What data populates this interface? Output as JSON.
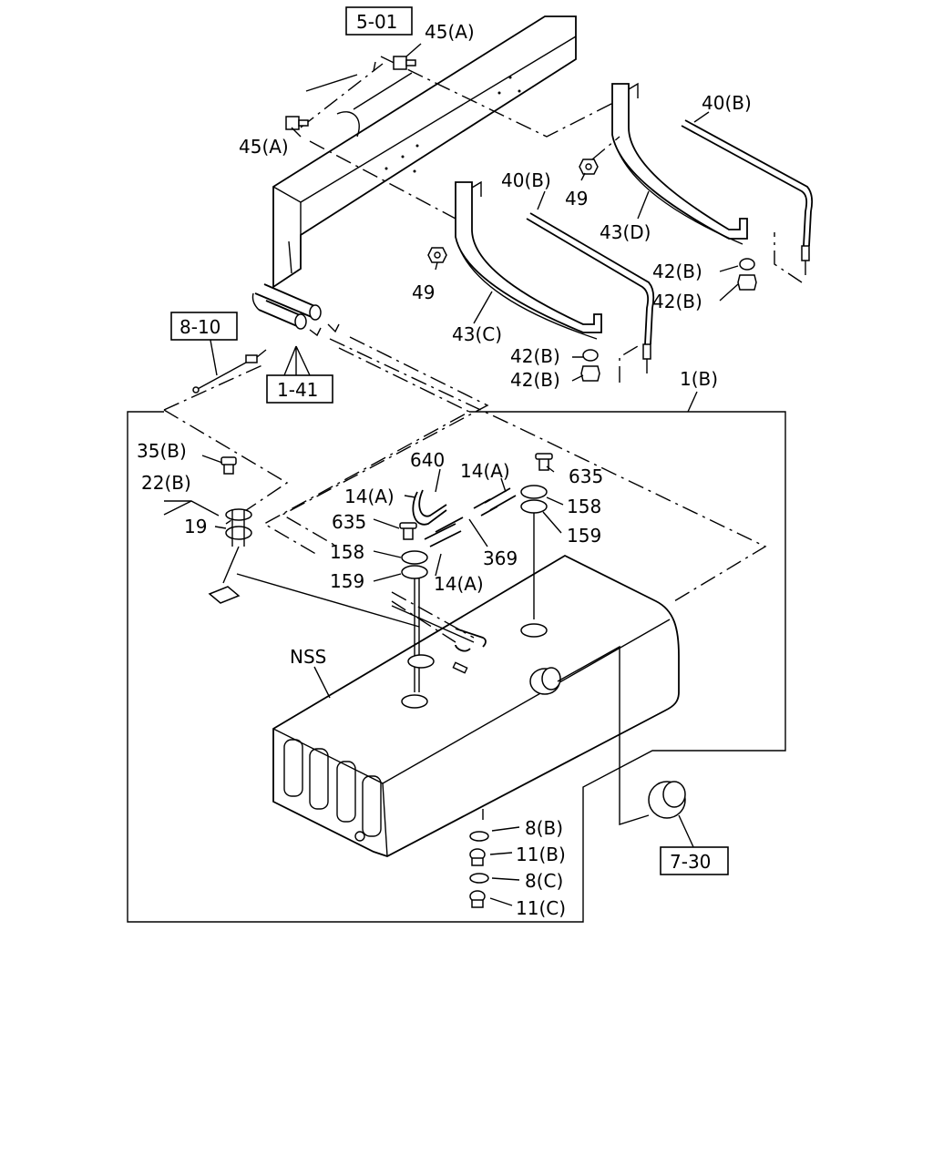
{
  "labels": {
    "ref_5_01": "5-01",
    "ref_8_10": "8-10",
    "ref_1_41": "1-41",
    "ref_7_30": "7-30",
    "p45a_top": "45(A)",
    "p45a_left": "45(A)",
    "p40b_right": "40(B)",
    "p40b_center": "40(B)",
    "p49_right": "49",
    "p49_left": "49",
    "p43d": "43(D)",
    "p43c": "43(C)",
    "p42b_r1": "42(B)",
    "p42b_r2": "42(B)",
    "p42b_c1": "42(B)",
    "p42b_c2": "42(B)",
    "p1b": "1(B)",
    "p35b": "35(B)",
    "p22b": "22(B)",
    "p19": "19",
    "p640": "640",
    "p14a_top": "14(A)",
    "p14a_left": "14(A)",
    "p14a_bottom": "14(A)",
    "p635_right": "635",
    "p635_left": "635",
    "p158_right": "158",
    "p158_left": "158",
    "p159_right": "159",
    "p159_left": "159",
    "p369": "369",
    "nss": "NSS",
    "p8b": "8(B)",
    "p11b": "11(B)",
    "p8c": "8(C)",
    "p11c": "11(C)"
  }
}
